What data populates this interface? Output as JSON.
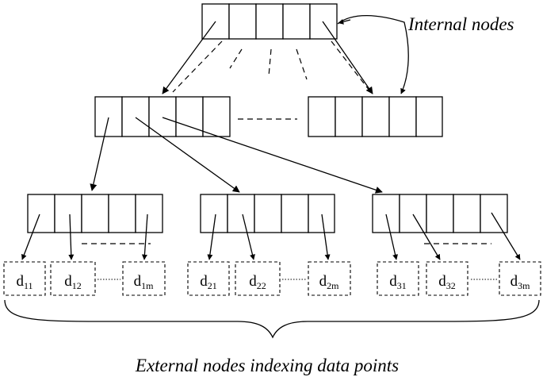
{
  "labels": {
    "internal": "Internal nodes",
    "external": "External nodes indexing data points"
  },
  "data_nodes": [
    {
      "base": "d",
      "sub": "11"
    },
    {
      "base": "d",
      "sub": "12"
    },
    {
      "base": "d",
      "sub": "1m"
    },
    {
      "base": "d",
      "sub": "21"
    },
    {
      "base": "d",
      "sub": "22"
    },
    {
      "base": "d",
      "sub": "2m"
    },
    {
      "base": "d",
      "sub": "31"
    },
    {
      "base": "d",
      "sub": "32"
    },
    {
      "base": "d",
      "sub": "3m"
    }
  ]
}
